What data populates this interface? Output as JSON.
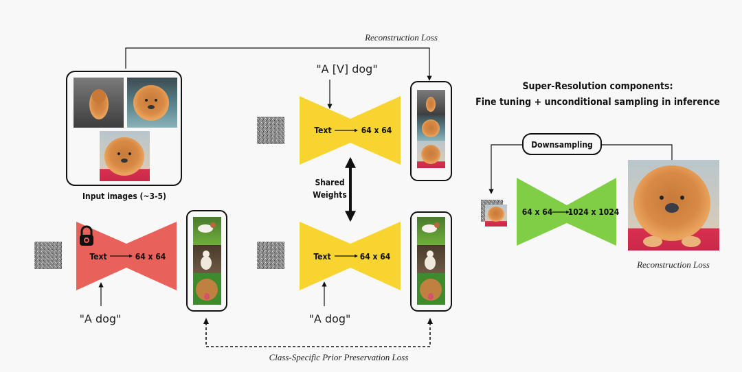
{
  "colors": {
    "background": "#f8f8f8",
    "frozen_model": "#e8615a",
    "trainable_model": "#f8d430",
    "super_resolution_model": "#7fce45",
    "line": "#111111"
  },
  "top_loss_label": "Reconstruction Loss",
  "input_images": {
    "caption": "Input images (~3-5)",
    "images": [
      "chow-chow-walking-forest",
      "chow-chow-car-window",
      "chow-chow-red-cushion"
    ]
  },
  "trainable_top": {
    "prompt": "\"A [V] dog\"",
    "input_label": "Text",
    "output_label": "64 x 64",
    "outputs": [
      "chow-chow-walking-forest",
      "chow-chow-car-window",
      "chow-chow-red-cushion"
    ]
  },
  "shared_weights_label_1": "Shared",
  "shared_weights_label_2": "Weights",
  "frozen_model": {
    "prompt": "\"A dog\"",
    "input_label": "Text",
    "output_label": "64 x 64",
    "lock_icon": "lock-icon",
    "outputs": [
      "dog-walking-grass",
      "dog-sitting-dirt",
      "dog-tongue-out"
    ]
  },
  "trainable_bottom": {
    "prompt": "\"A dog\"",
    "input_label": "Text",
    "output_label": "64 x 64",
    "outputs": [
      "dog-walking-grass",
      "dog-sitting-dirt",
      "dog-tongue-out"
    ]
  },
  "prior_loss_label": "Class-Specific Prior Preservation Loss",
  "super_resolution": {
    "title_line1": "Super-Resolution components:",
    "title_line2": "Fine tuning + unconditional sampling in inference",
    "downsampling_label": "Downsampling",
    "input_label": "64 x 64",
    "output_label": "1024 x 1024",
    "loss_label": "Reconstruction Loss"
  }
}
